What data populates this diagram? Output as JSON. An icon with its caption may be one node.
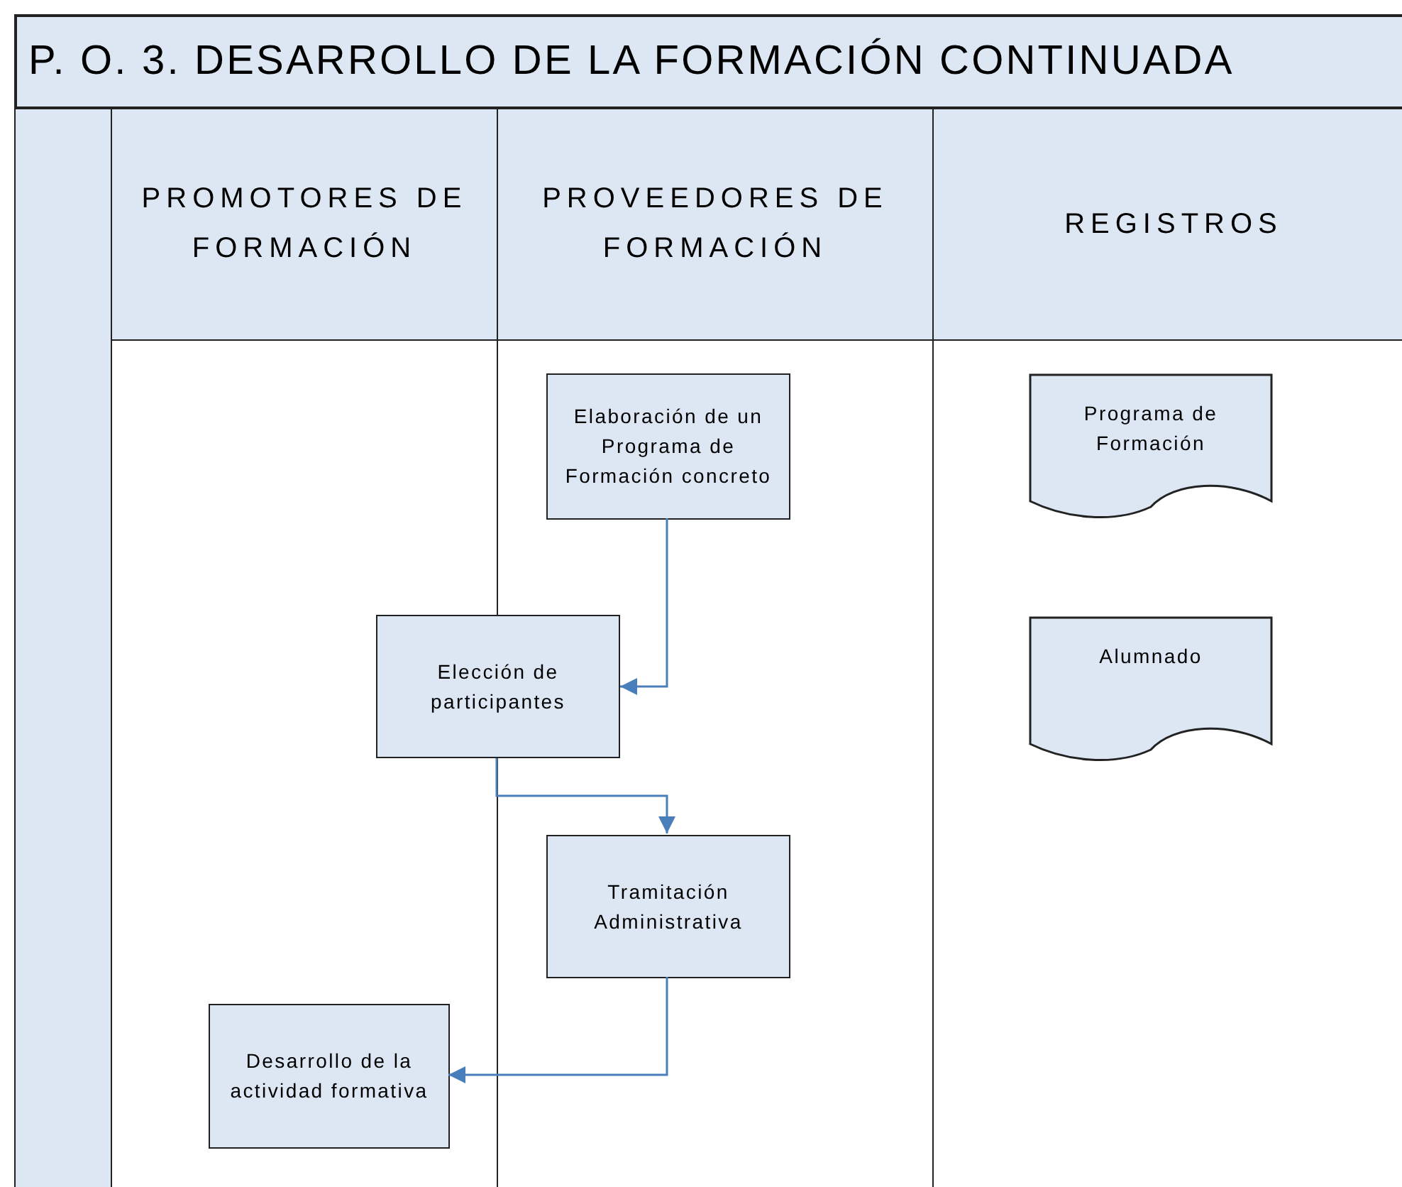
{
  "diagram": {
    "title": "P. O. 3. DESARROLLO DE LA FORMACIÓN CONTINUADA",
    "nodes": [
      {
        "text": [
          "PROMOTORES DE FORMACIÓN"
        ]
      },
      {
        "text": [
          "PROVEEDORES DE FORMACIÓN"
        ]
      },
      {
        "text": [
          "REGISTROS"
        ]
      },
      {
        "text": [
          "Elaboración de un Programa de Formación concreto"
        ],
        "in": 1
      },
      {
        "text": [
          "Elección de participantes"
        ]
      },
      {
        "text": [
          "Tramitación Administrativa"
        ],
        "in": 1
      },
      {
        "text": [
          "Desarrollo de la actividad formativa"
        ],
        "in": 0
      },
      {
        "text": [
          "Programa de Formación"
        ],
        "in": 2
      },
      {
        "text": [
          "Alumnado"
        ],
        "in": 2
      },
      {
        "text": [],
        "shape": "bar"
      }
    ],
    "edges": [
      {
        "from": 3,
        "to": 4,
        "arrow": "to"
      },
      {
        "from": 4,
        "to": 5,
        "arrow": "to"
      },
      {
        "from": 5,
        "to": 6,
        "arrow": "to"
      }
    ]
  }
}
